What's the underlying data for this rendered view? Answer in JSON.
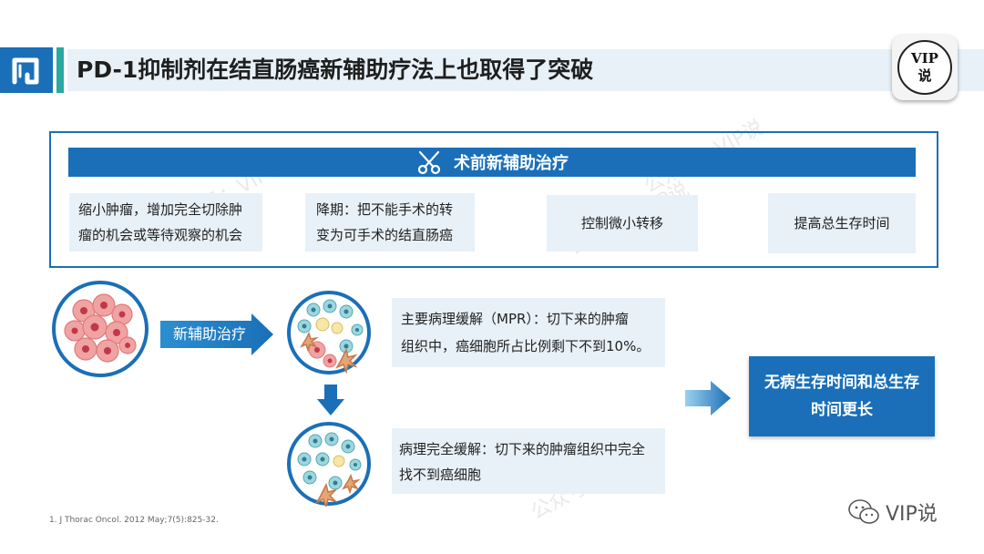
{
  "header": {
    "title": "PD-1抑制剂在结直肠癌新辅助疗法上也取得了突破",
    "badge": {
      "line1": "VIP",
      "line2": "说"
    }
  },
  "panel": {
    "title": "术前新辅助治疗",
    "items": [
      {
        "lines": [
          "缩小肿瘤，增加完全切除肿",
          "瘤的机会或等待观察的机会"
        ]
      },
      {
        "lines": [
          "降期：把不能手术的转",
          "变为可手术的结直肠癌"
        ]
      },
      {
        "lines": [
          "控制微小转移"
        ]
      },
      {
        "lines": [
          "提高总生存时间"
        ]
      }
    ]
  },
  "flow": {
    "neoadjuvant_label": "新辅助治疗",
    "mpr": {
      "lines": [
        "主要病理缓解（MPR）：切下来的肿瘤",
        "组织中，癌细胞所占比例剩下不到10%。"
      ]
    },
    "pcr": {
      "lines": [
        "病理完全缓解：切下来的肿瘤组织中完全",
        "找不到癌细胞"
      ]
    },
    "result": {
      "lines": [
        "无病生存时间和总生存",
        "时间更长"
      ]
    }
  },
  "reference": "1. J Thorac Oncol. 2012 May;7(5):825-32.",
  "wechat": {
    "label": "VIP说"
  },
  "watermarks": [
    "公众号：VIP说",
    "公众号：VIP说",
    "公众号：VIP说",
    "公众号：VIP说"
  ],
  "colors": {
    "primary": "#1a6fb8",
    "accent": "#2aa9a3",
    "light": "#e8f1f8"
  },
  "icons": {
    "logo": "colon-icon",
    "panel": "scissors-icon",
    "wechat": "wechat-icon"
  }
}
